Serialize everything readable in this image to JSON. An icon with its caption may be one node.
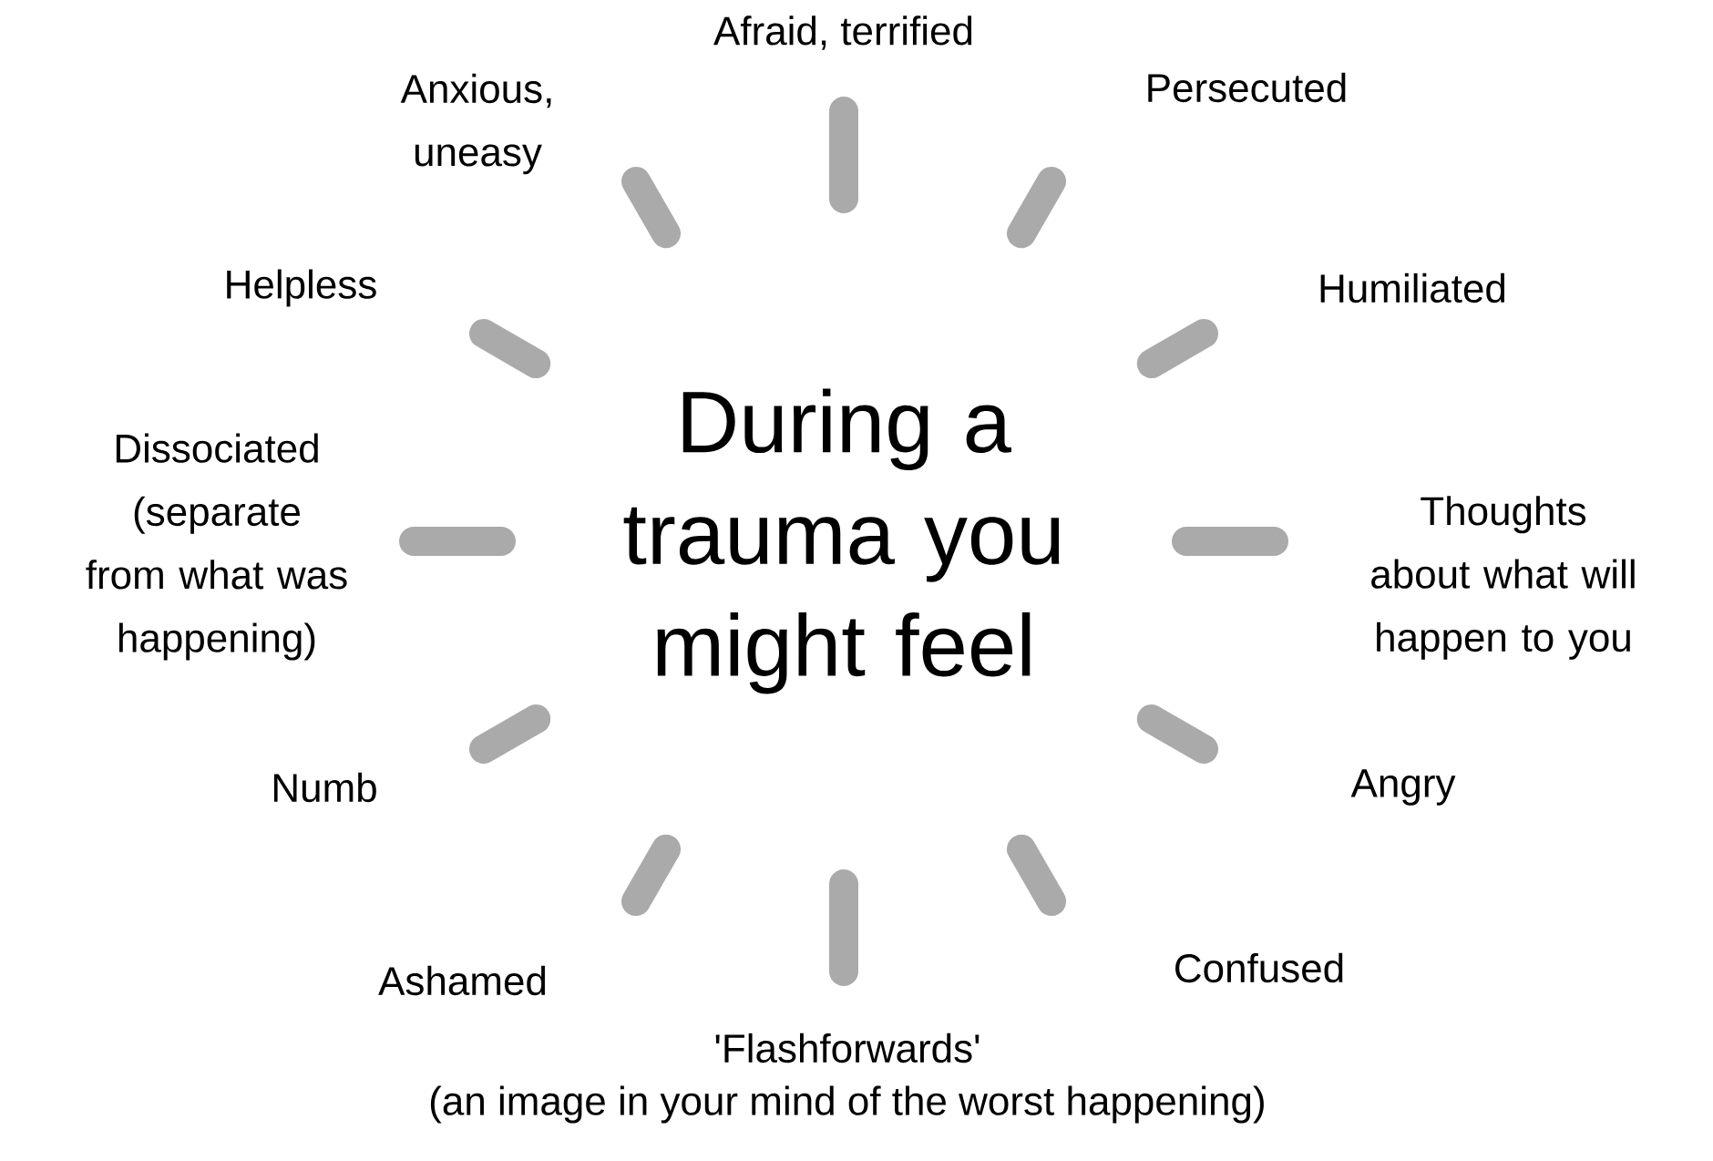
{
  "diagram": {
    "title": "During a trauma you might feel",
    "labels": [
      "Afraid, terrified",
      "Persecuted",
      "Humiliated",
      "Thoughts about what will happen to you",
      "Angry",
      "Confused",
      "'Flashforwards'",
      "(an image in your mind of the worst happening)",
      "Ashamed",
      "Numb",
      "Dissociated (separate from what was happening)",
      "Helpless",
      "Anxious, uneasy"
    ]
  }
}
